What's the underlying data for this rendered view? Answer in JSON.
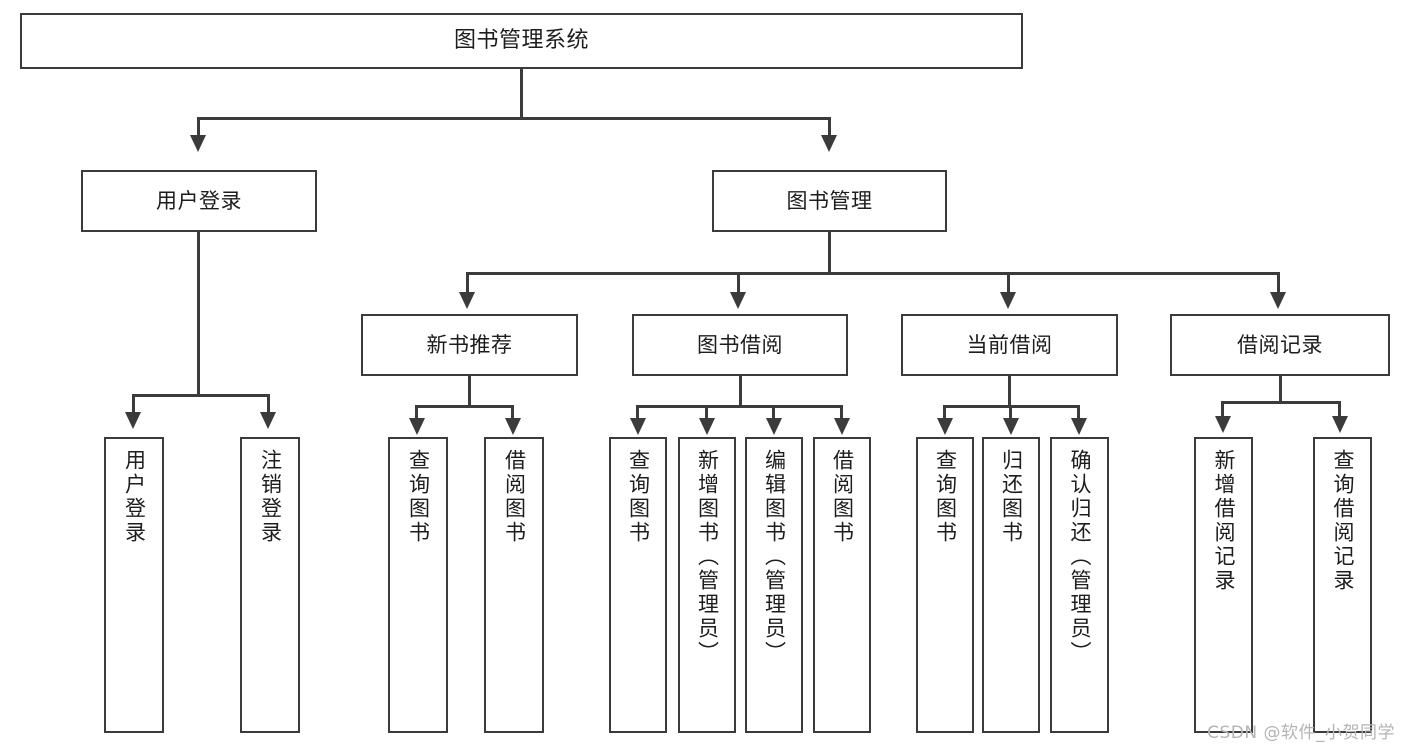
{
  "diagram": {
    "type": "hierarchy-tree",
    "title": "图书管理系统",
    "watermark": "CSDN @软件_小贺同学",
    "colors": {
      "border": "#3b3b3b",
      "fill": "#ffffff",
      "text": "#1d1d1d",
      "watermark": "#b4b4b4",
      "background": "#ffffff"
    },
    "levels": [
      {
        "level": 0,
        "nodes": [
          {
            "id": "root",
            "label": "图书管理系统",
            "orientation": "horizontal"
          }
        ]
      },
      {
        "level": 1,
        "nodes": [
          {
            "id": "login",
            "label": "用户登录",
            "orientation": "horizontal",
            "parent": "root"
          },
          {
            "id": "bookmgmt",
            "label": "图书管理",
            "orientation": "horizontal",
            "parent": "root"
          }
        ]
      },
      {
        "level": 2,
        "nodes": [
          {
            "id": "newbook",
            "label": "新书推荐",
            "orientation": "horizontal",
            "parent": "bookmgmt"
          },
          {
            "id": "borrow",
            "label": "图书借阅",
            "orientation": "horizontal",
            "parent": "bookmgmt"
          },
          {
            "id": "current",
            "label": "当前借阅",
            "orientation": "horizontal",
            "parent": "bookmgmt"
          },
          {
            "id": "records",
            "label": "借阅记录",
            "orientation": "horizontal",
            "parent": "bookmgmt"
          }
        ]
      },
      {
        "level": 3,
        "nodes": [
          {
            "id": "leaf-1",
            "label": "用户登录",
            "orientation": "vertical",
            "parent": "login"
          },
          {
            "id": "leaf-2",
            "label": "注销登录",
            "orientation": "vertical",
            "parent": "login"
          },
          {
            "id": "leaf-3",
            "label": "查询图书",
            "orientation": "vertical",
            "parent": "newbook"
          },
          {
            "id": "leaf-4",
            "label": "借阅图书",
            "orientation": "vertical",
            "parent": "newbook"
          },
          {
            "id": "leaf-5",
            "label": "查询图书",
            "orientation": "vertical",
            "parent": "borrow"
          },
          {
            "id": "leaf-6",
            "label": "新增图书（管理员）",
            "orientation": "vertical",
            "parent": "borrow"
          },
          {
            "id": "leaf-7",
            "label": "编辑图书（管理员）",
            "orientation": "vertical",
            "parent": "borrow"
          },
          {
            "id": "leaf-8",
            "label": "借阅图书",
            "orientation": "vertical",
            "parent": "borrow"
          },
          {
            "id": "leaf-9",
            "label": "查询图书",
            "orientation": "vertical",
            "parent": "current"
          },
          {
            "id": "leaf-10",
            "label": "归还图书",
            "orientation": "vertical",
            "parent": "current"
          },
          {
            "id": "leaf-11",
            "label": "确认归还（管理员）",
            "orientation": "vertical",
            "parent": "current"
          },
          {
            "id": "leaf-12",
            "label": "新增借阅记录",
            "orientation": "vertical",
            "parent": "records"
          },
          {
            "id": "leaf-13",
            "label": "查询借阅记录",
            "orientation": "vertical",
            "parent": "records"
          }
        ]
      }
    ]
  },
  "nodes": {
    "root": {
      "label": "图书管理系统"
    },
    "login": {
      "label": "用户登录"
    },
    "bookmgmt": {
      "label": "图书管理"
    },
    "newbook": {
      "label": "新书推荐"
    },
    "borrow": {
      "label": "图书借阅"
    },
    "current": {
      "label": "当前借阅"
    },
    "records": {
      "label": "借阅记录"
    },
    "leaf1": {
      "label": "用户登录"
    },
    "leaf2": {
      "label": "注销登录"
    },
    "leaf3": {
      "label": "查询图书"
    },
    "leaf4": {
      "label": "借阅图书"
    },
    "leaf5": {
      "label": "查询图书"
    },
    "leaf6": {
      "label": "新增图书（管理员）"
    },
    "leaf7": {
      "label": "编辑图书（管理员）"
    },
    "leaf8": {
      "label": "借阅图书"
    },
    "leaf9": {
      "label": "查询图书"
    },
    "leaf10": {
      "label": "归还图书"
    },
    "leaf11": {
      "label": "确认归还（管理员）"
    },
    "leaf12": {
      "label": "新增借阅记录"
    },
    "leaf13": {
      "label": "查询借阅记录"
    }
  },
  "watermark": {
    "text": "CSDN @软件_小贺同学"
  }
}
